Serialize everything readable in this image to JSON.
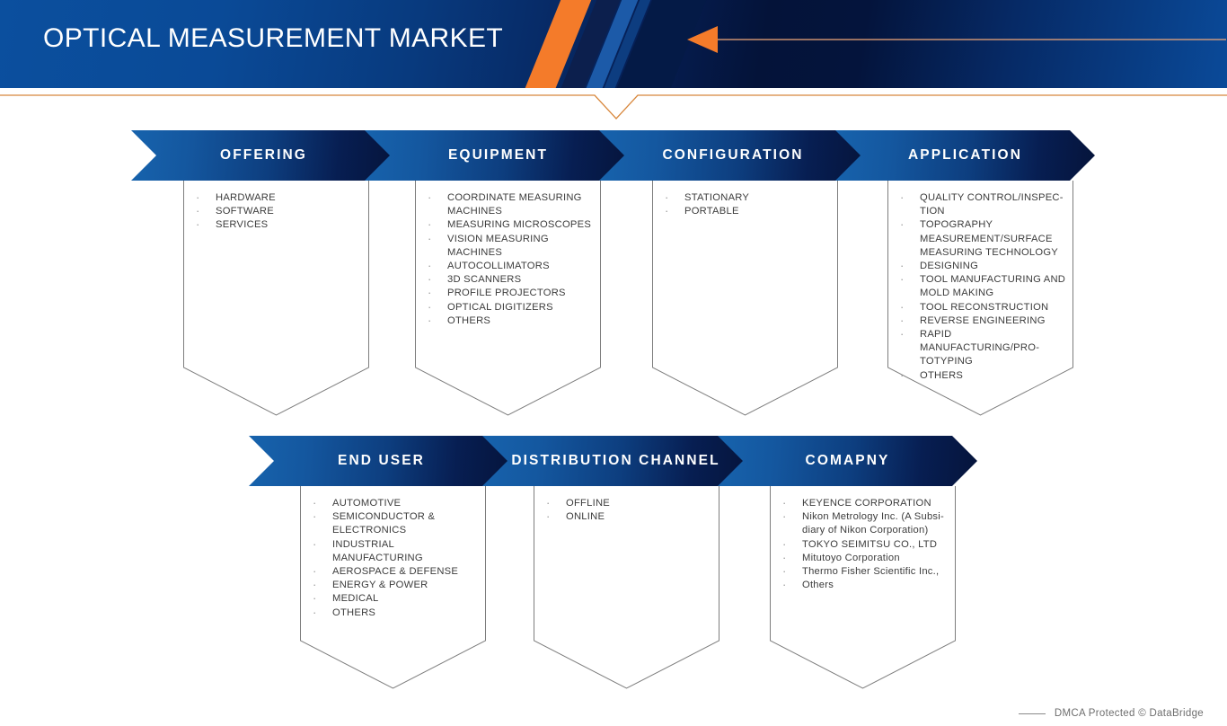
{
  "header": {
    "title": "OPTICAL MEASUREMENT MARKET",
    "arrow_icon": "left-arrow-icon",
    "accent_orange": "#f47b2a",
    "bg_blue_light": "#0b4f9e",
    "bg_blue_dark": "#041339"
  },
  "footer": {
    "text": "DMCA Protected © DataBridge"
  },
  "segments": [
    {
      "title": "OFFERING",
      "items": [
        "HARDWARE",
        "SOFTWARE",
        "SERVICES"
      ]
    },
    {
      "title": "EQUIPMENT",
      "items": [
        "COORDINATE MEASURING MACHINES",
        "MEASURING MICROSCOPES",
        "VISION MEASURING MACHINES",
        "AUTOCOLLIMATORS",
        "3D SCANNERS",
        "PROFILE PROJECTORS",
        "OPTICAL DIGITIZERS",
        "OTHERS"
      ]
    },
    {
      "title": "CONFIGURATION",
      "items": [
        "STATIONARY",
        "PORTABLE"
      ]
    },
    {
      "title": "APPLICATION",
      "items": [
        "QUALITY CONTROL/INSPEC­TION",
        "TOPOGRAPHY MEASUREMEN­T/SURFACE MEASURING TECH­NOLOGY",
        "DESIGNING",
        "TOOL MANUFACTURING AND MOLD MAKING",
        "TOOL RECONSTRUCTION",
        "REVERSE ENGINEERING",
        "RAPID MANUFACTURING/PRO­TOTYPING",
        "OTHERS"
      ]
    },
    {
      "title": "END USER",
      "items": [
        "AUTOMOTIVE",
        "SEMICONDUCTOR & ELECTRO­NICS",
        "INDUSTRIAL MANUFACTURING",
        "AEROSPACE & DEFENSE",
        "ENERGY & POWER",
        "MEDICAL",
        "OTHERS"
      ]
    },
    {
      "title": "DISTRIBUTION CHANNEL",
      "items": [
        "OFFLINE",
        "ONLINE"
      ]
    },
    {
      "title": "COMAPNY",
      "items": [
        "KEYENCE CORPORATION",
        "Nikon Metrology Inc. (A Subsi­diary of Nikon Corporation)",
        "TOKYO SEIMITSU CO., LTD",
        "Mitutoyo Corporation",
        "Thermo Fisher Scientific Inc.,",
        "Others"
      ]
    }
  ]
}
